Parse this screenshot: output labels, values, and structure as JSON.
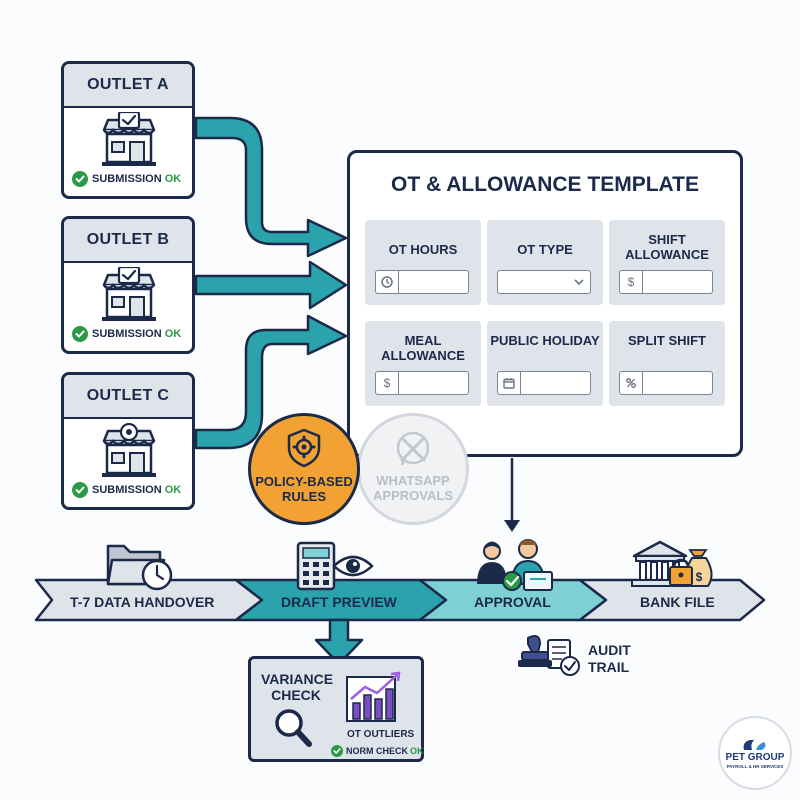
{
  "outlets": [
    {
      "title": "OUTLET A",
      "status_text": "SUBMISSION",
      "status_ok": "OK"
    },
    {
      "title": "OUTLET B",
      "status_text": "SUBMISSION",
      "status_ok": "OK"
    },
    {
      "title": "OUTLET C",
      "status_text": "SUBMISSION",
      "status_ok": "OK"
    }
  ],
  "template": {
    "title": "OT & ALLOWANCE TEMPLATE",
    "fields": [
      {
        "label": "OT HOURS",
        "input": "clock-icon"
      },
      {
        "label": "OT TYPE",
        "input": "dropdown"
      },
      {
        "label": "SHIFT ALLOWANCE",
        "input": "dollar",
        "prefix": "$"
      },
      {
        "label": "MEAL ALLOWANCE",
        "input": "dollar",
        "prefix": "$"
      },
      {
        "label": "PUBLIC HOLIDAY",
        "input": "calendar-icon"
      },
      {
        "label": "SPLIT SHIFT",
        "input": "percent-icon"
      }
    ]
  },
  "badges": {
    "policy": "POLICY-BASED RULES",
    "whatsapp": "WHATSAPP APPROVALS"
  },
  "pipeline": {
    "stages": [
      "T-7 DATA HANDOVER",
      "DRAFT PREVIEW",
      "APPROVAL",
      "BANK FILE"
    ]
  },
  "variance": {
    "title": "VARIANCE CHECK",
    "outliers": "OT OUTLIERS",
    "norm_text": "NORM CHECK",
    "norm_ok": "OK"
  },
  "audit": {
    "label": "AUDIT TRAIL"
  },
  "logo": {
    "name": "PET GROUP",
    "subtitle": "PAYROLL & HR SERVICES"
  },
  "colors": {
    "navy": "#1c2a4a",
    "teal": "#2aa3ad",
    "light_teal": "#7fd0d4",
    "grey_arrow": "#dfe3ea",
    "orange": "#f2a233",
    "green": "#2a9a46"
  }
}
